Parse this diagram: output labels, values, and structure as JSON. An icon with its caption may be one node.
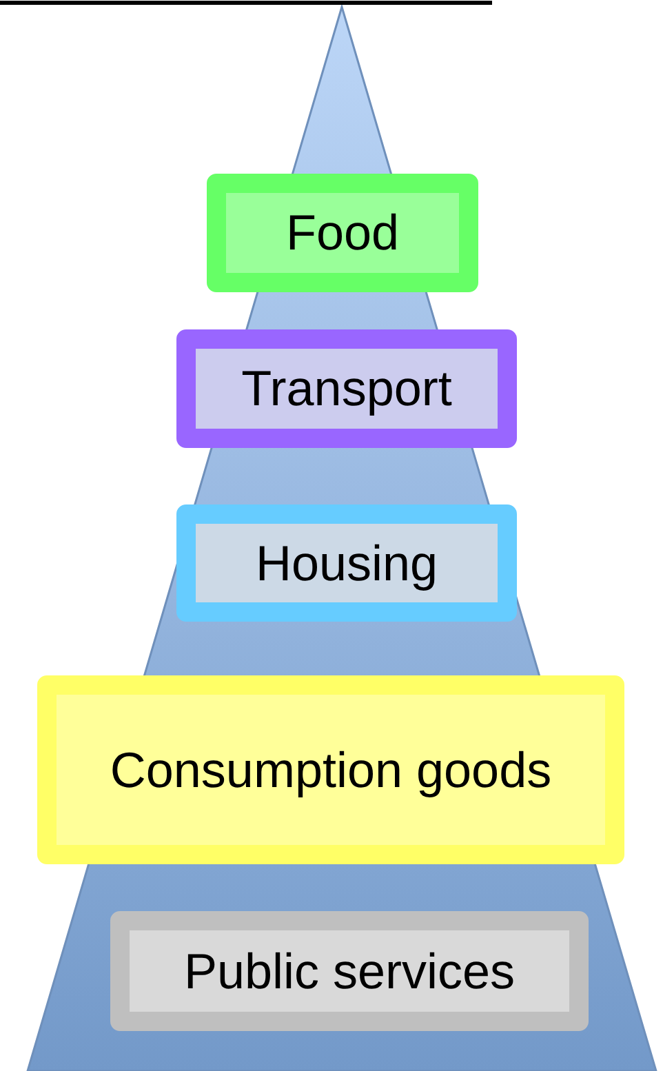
{
  "diagram": {
    "nodes": [
      {
        "text": [
          "Food"
        ]
      },
      {
        "text": [
          "Transport"
        ]
      },
      {
        "text": [
          "Housing"
        ]
      },
      {
        "text": [
          "Consumption goods"
        ]
      },
      {
        "text": [
          "Public services"
        ]
      }
    ]
  }
}
